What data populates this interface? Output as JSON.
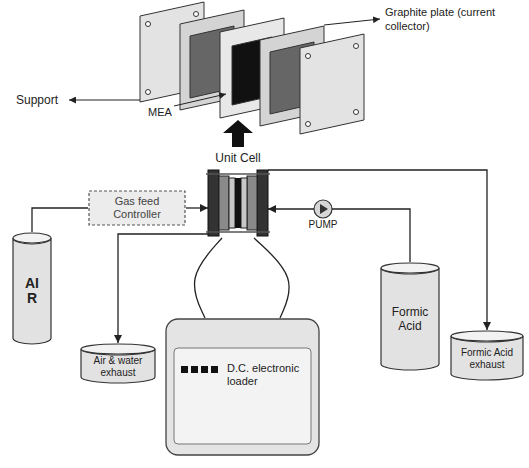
{
  "diagram": {
    "nodes": [
      {
        "text": [
          "Unit Cell"
        ]
      },
      {
        "text": [
          "Gas feed Controller"
        ]
      },
      {
        "text": [
          "AIR"
        ]
      },
      {
        "text": [
          "Air & water exhaust"
        ]
      },
      {
        "text": [
          "D.C. electronic loader"
        ]
      },
      {
        "text": [
          "PUMP"
        ]
      },
      {
        "text": [
          "Formic Acid"
        ]
      },
      {
        "text": [
          "Formic Acid exhaust"
        ]
      }
    ],
    "edges": [
      {
        "from": 2,
        "to": 1,
        "arrow": "none"
      },
      {
        "from": 1,
        "to": 0,
        "arrow": "to"
      },
      {
        "from": 0,
        "to": 3,
        "arrow": "to"
      },
      {
        "from": 0,
        "to": 4,
        "arrow": "none"
      },
      {
        "from": 0,
        "to": 4,
        "arrow": "none"
      },
      {
        "from": 6,
        "to": 5,
        "arrow": "none"
      },
      {
        "from": 5,
        "to": 0,
        "arrow": "to"
      },
      {
        "from": 0,
        "to": 7,
        "arrow": "to"
      }
    ],
    "labels": [
      "Graphite plate (current collector)",
      "Support",
      "MEA"
    ]
  }
}
